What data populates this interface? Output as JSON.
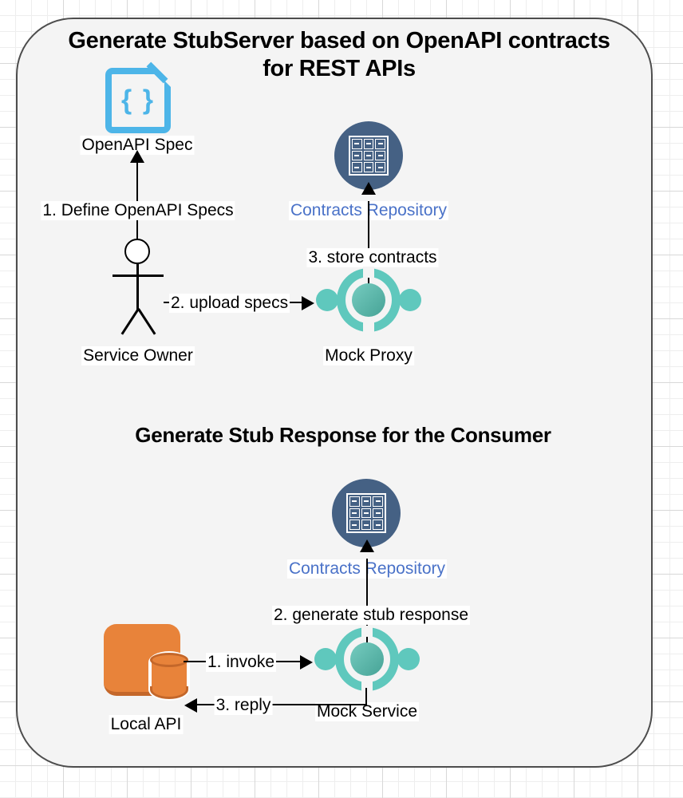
{
  "diagram": {
    "section_1": {
      "heading": "Generate StubServer based on OpenAPI contracts for REST APIs",
      "nodes": {
        "openapi_spec": {
          "label": "OpenAPI Spec",
          "icon": "openapi-document-icon"
        },
        "service_owner": {
          "label": "Service Owner",
          "icon": "actor-stick-figure-icon"
        },
        "contracts_repository": {
          "label": "Contracts Repository",
          "icon": "filing-cabinet-icon",
          "color": "#4a72c8"
        },
        "mock_proxy": {
          "label": "Mock Proxy",
          "icon": "proxy-node-icon"
        }
      },
      "edges": [
        {
          "label": "1. Define OpenAPI Specs",
          "from": "service_owner",
          "to": "openapi_spec",
          "direction": "up"
        },
        {
          "label": "2. upload specs",
          "from": "service_owner",
          "to": "mock_proxy",
          "direction": "right"
        },
        {
          "label": "3. store contracts",
          "from": "mock_proxy",
          "to": "contracts_repository",
          "direction": "up"
        }
      ]
    },
    "section_2": {
      "heading": "Generate Stub Response for the Consumer",
      "nodes": {
        "contracts_repository": {
          "label": "Contracts Repository",
          "icon": "filing-cabinet-icon",
          "color": "#4a72c8"
        },
        "local_api": {
          "label": "Local API",
          "icon": "local-api-database-icon"
        },
        "mock_service": {
          "label": "Mock Service",
          "icon": "proxy-node-icon"
        }
      },
      "edges": [
        {
          "label": "1. invoke",
          "from": "local_api",
          "to": "mock_service",
          "direction": "right"
        },
        {
          "label": "2. generate stub response",
          "from": "mock_service",
          "to": "contracts_repository",
          "direction": "up"
        },
        {
          "label": "3. reply",
          "from": "mock_service",
          "to": "local_api",
          "direction": "left"
        }
      ]
    },
    "colors": {
      "frame_border": "#4d4d4d",
      "frame_fill": "#f4f4f4",
      "openapi_blue": "#4db5e8",
      "repo_navy": "#456184",
      "proxy_teal": "#5fc8bd",
      "api_orange": "#e8833a",
      "link_blue": "#4a72c8"
    },
    "braces_glyph": "{ }"
  }
}
